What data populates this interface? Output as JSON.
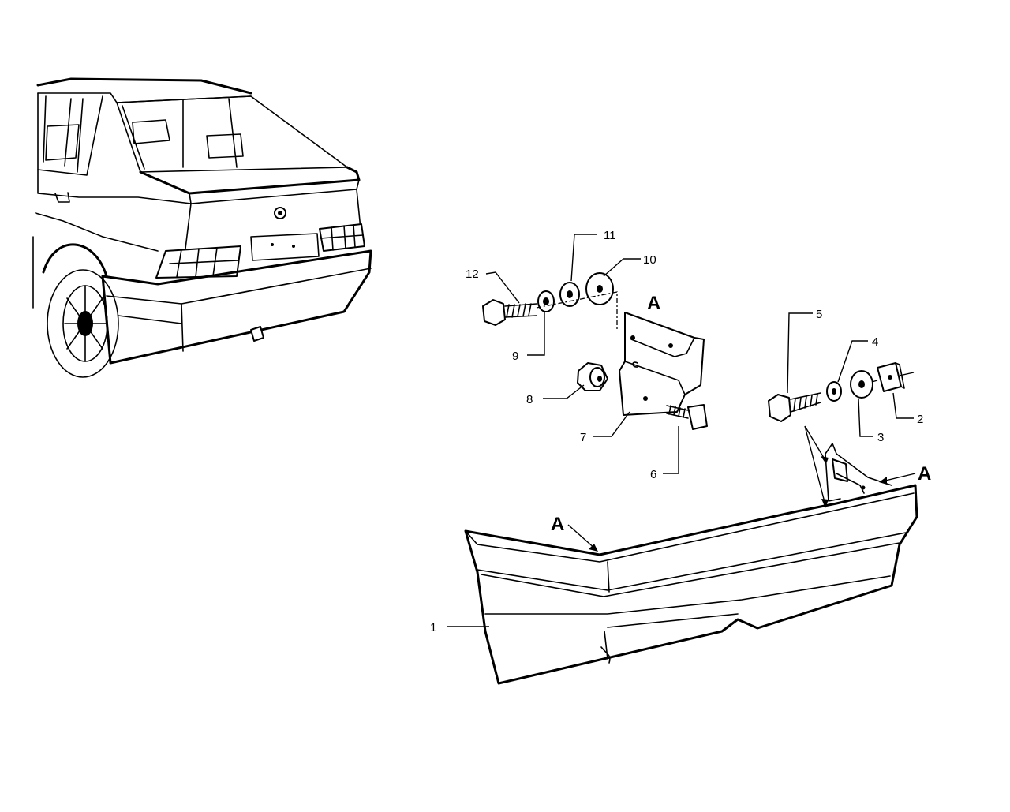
{
  "diagram": {
    "callouts": [
      {
        "id": "callout-1",
        "text": "1"
      },
      {
        "id": "callout-2",
        "text": "2"
      },
      {
        "id": "callout-3",
        "text": "3"
      },
      {
        "id": "callout-4",
        "text": "4"
      },
      {
        "id": "callout-5",
        "text": "5"
      },
      {
        "id": "callout-6",
        "text": "6"
      },
      {
        "id": "callout-7",
        "text": "7"
      },
      {
        "id": "callout-8",
        "text": "8"
      },
      {
        "id": "callout-9",
        "text": "9"
      },
      {
        "id": "callout-10",
        "text": "10"
      },
      {
        "id": "callout-11",
        "text": "11"
      },
      {
        "id": "callout-12",
        "text": "12"
      }
    ],
    "detail_labels": [
      {
        "id": "detail-a-bracket",
        "text": "A"
      },
      {
        "id": "detail-a-bumper-left",
        "text": "A"
      },
      {
        "id": "detail-a-bumper-right",
        "text": "A"
      }
    ],
    "colors": {
      "ink": "#000000",
      "paper": "#ffffff"
    }
  }
}
